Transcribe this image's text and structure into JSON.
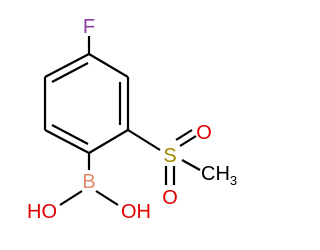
{
  "molecule": {
    "atoms": {
      "fluorine": {
        "text": "F",
        "color": "#8b3fa8"
      },
      "sulfur": {
        "text": "S",
        "color": "#a08a00"
      },
      "oxygen_top": {
        "text": "O",
        "color": "#e00000"
      },
      "oxygen_bottom": {
        "text": "O",
        "color": "#e00000"
      },
      "methyl_c": {
        "text": "CH",
        "sub": "3",
        "color": "#000000"
      },
      "boron": {
        "text": "B",
        "color": "#e08a6a"
      },
      "hydroxyl_left": {
        "text": "HO",
        "color": "#e00000"
      },
      "hydroxyl_right": {
        "text": "OH",
        "color": "#e00000"
      }
    },
    "bond_color": "#000000"
  }
}
